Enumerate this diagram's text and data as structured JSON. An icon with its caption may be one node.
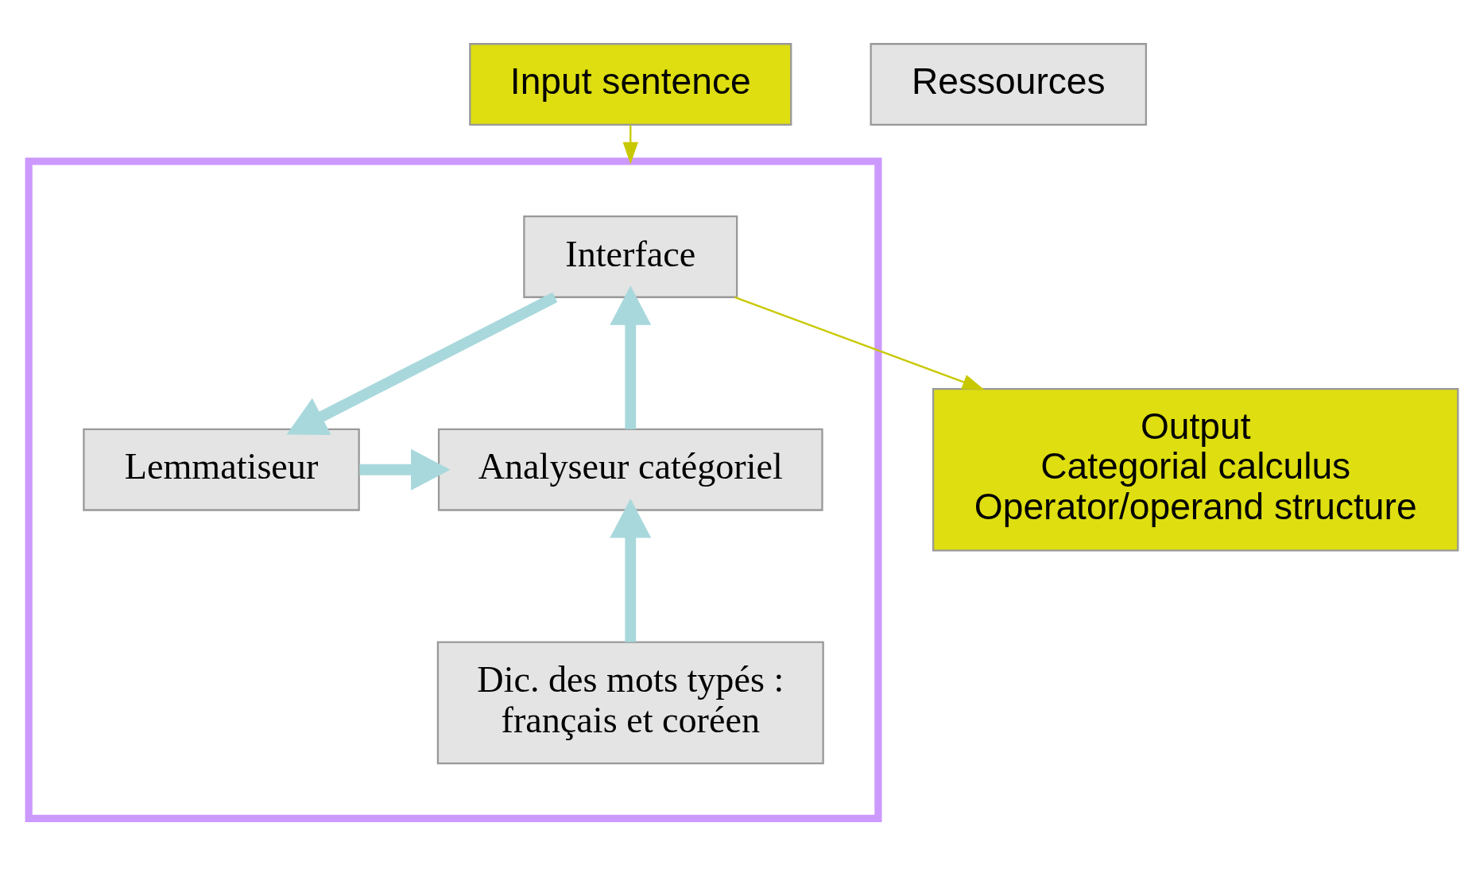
{
  "diagram": {
    "nodes": [
      {
        "text": [
          "Input sentence"
        ]
      },
      {
        "text": [
          "Output",
          "Categorial calculus",
          "Operator/operand structure"
        ]
      },
      {
        "text": [],
        "shape": "box"
      },
      {
        "text": [
          "Interface"
        ],
        "in": 2
      },
      {
        "text": [
          "Lemmatiseur"
        ],
        "in": 2
      },
      {
        "text": [
          "Analyseur catégoriel"
        ],
        "in": 2
      },
      {
        "text": [
          "Dic. des mots typés : français et coréen"
        ],
        "in": 2
      },
      {
        "text": [
          "Ressources"
        ]
      }
    ],
    "edges": [
      {
        "from": 0,
        "to": 2,
        "arrow": "to",
        "color": "#c8c800"
      },
      {
        "from": 3,
        "to": 1,
        "arrow": "to",
        "color": "#c8c800"
      },
      {
        "from": 3,
        "to": 4,
        "arrow": "to"
      },
      {
        "from": 4,
        "to": 5,
        "arrow": "to"
      },
      {
        "from": 5,
        "to": 3,
        "arrow": "to"
      },
      {
        "from": 6,
        "to": 5,
        "arrow": "to"
      }
    ]
  }
}
